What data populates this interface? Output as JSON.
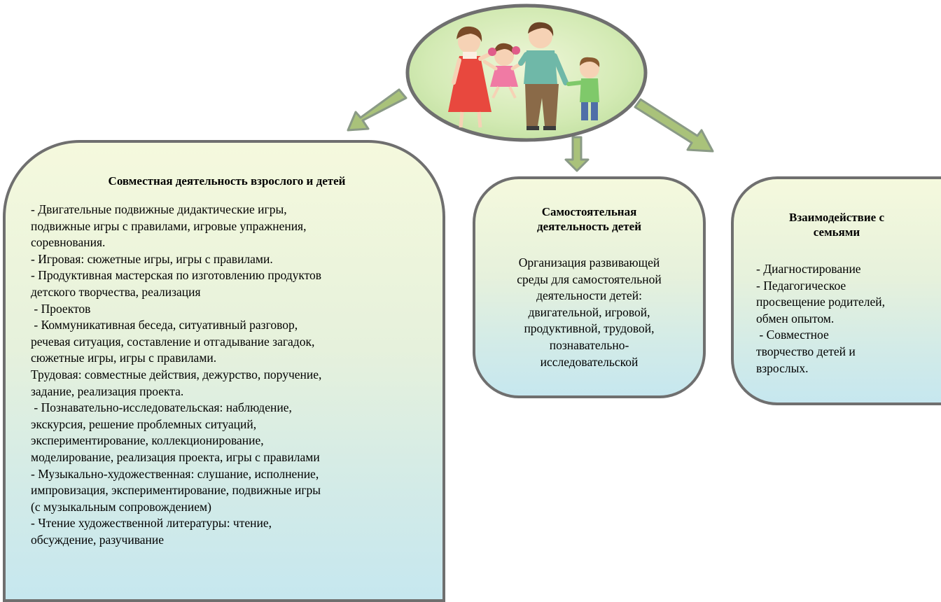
{
  "diagram": {
    "colors": {
      "box_border": "#6f6f6f",
      "box_fill_top": "#f5f9dd",
      "box_fill_bottom": "#c6e7ef",
      "arrow_fill": "#a9c27a",
      "arrow_stroke": "#8a9a86",
      "oval_fill": "#c9e6a6"
    },
    "hub": {
      "image": "family-illustration"
    },
    "boxes": [
      {
        "id": "joint",
        "title": "Совместная деятельность взрослого и детей",
        "lines": [
          "- Двигательные подвижные дидактические игры,",
          "подвижные игры с правилами, игровые упражнения,",
          "соревнования.",
          "- Игровая: сюжетные игры, игры с правилами.",
          "- Продуктивная мастерская по изготовлению продуктов",
          "детского творчества, реализация",
          " - Проектов",
          " - Коммуникативная беседа, ситуативный разговор,",
          "речевая ситуация, составление и отгадывание загадок,",
          "сюжетные игры, игры с правилами.",
          "Трудовая: совместные действия, дежурство, поручение,",
          "задание, реализация проекта.",
          " - Познавательно-исследовательская: наблюдение,",
          "экскурсия, решение проблемных ситуаций,",
          "экспериментирование, коллекционирование,",
          "моделирование, реализация проекта, игры с правилами",
          "- Музыкально-художественная: слушание, исполнение,",
          "импровизация, экспериментирование, подвижные игры",
          "(с музыкальным сопровождением)",
          "- Чтение художественной литературы: чтение,",
          "обсуждение, разучивание"
        ]
      },
      {
        "id": "self",
        "title_lines": [
          "Самостоятельная",
          "деятельность детей"
        ],
        "lines": [
          "Организация развивающей",
          "среды для самостоятельной",
          "деятельности детей:",
          "двигательной, игровой,",
          "продуктивной, трудовой,",
          "познавательно-",
          "исследовательской"
        ]
      },
      {
        "id": "family",
        "title_lines": [
          "Взаимодействие с",
          "семьями"
        ],
        "lines": [
          "- Диагностирование",
          "- Педагогическое",
          "просвещение родителей,",
          "обмен опытом.",
          " - Совместное",
          "творчество детей и",
          "взрослых."
        ]
      }
    ]
  }
}
